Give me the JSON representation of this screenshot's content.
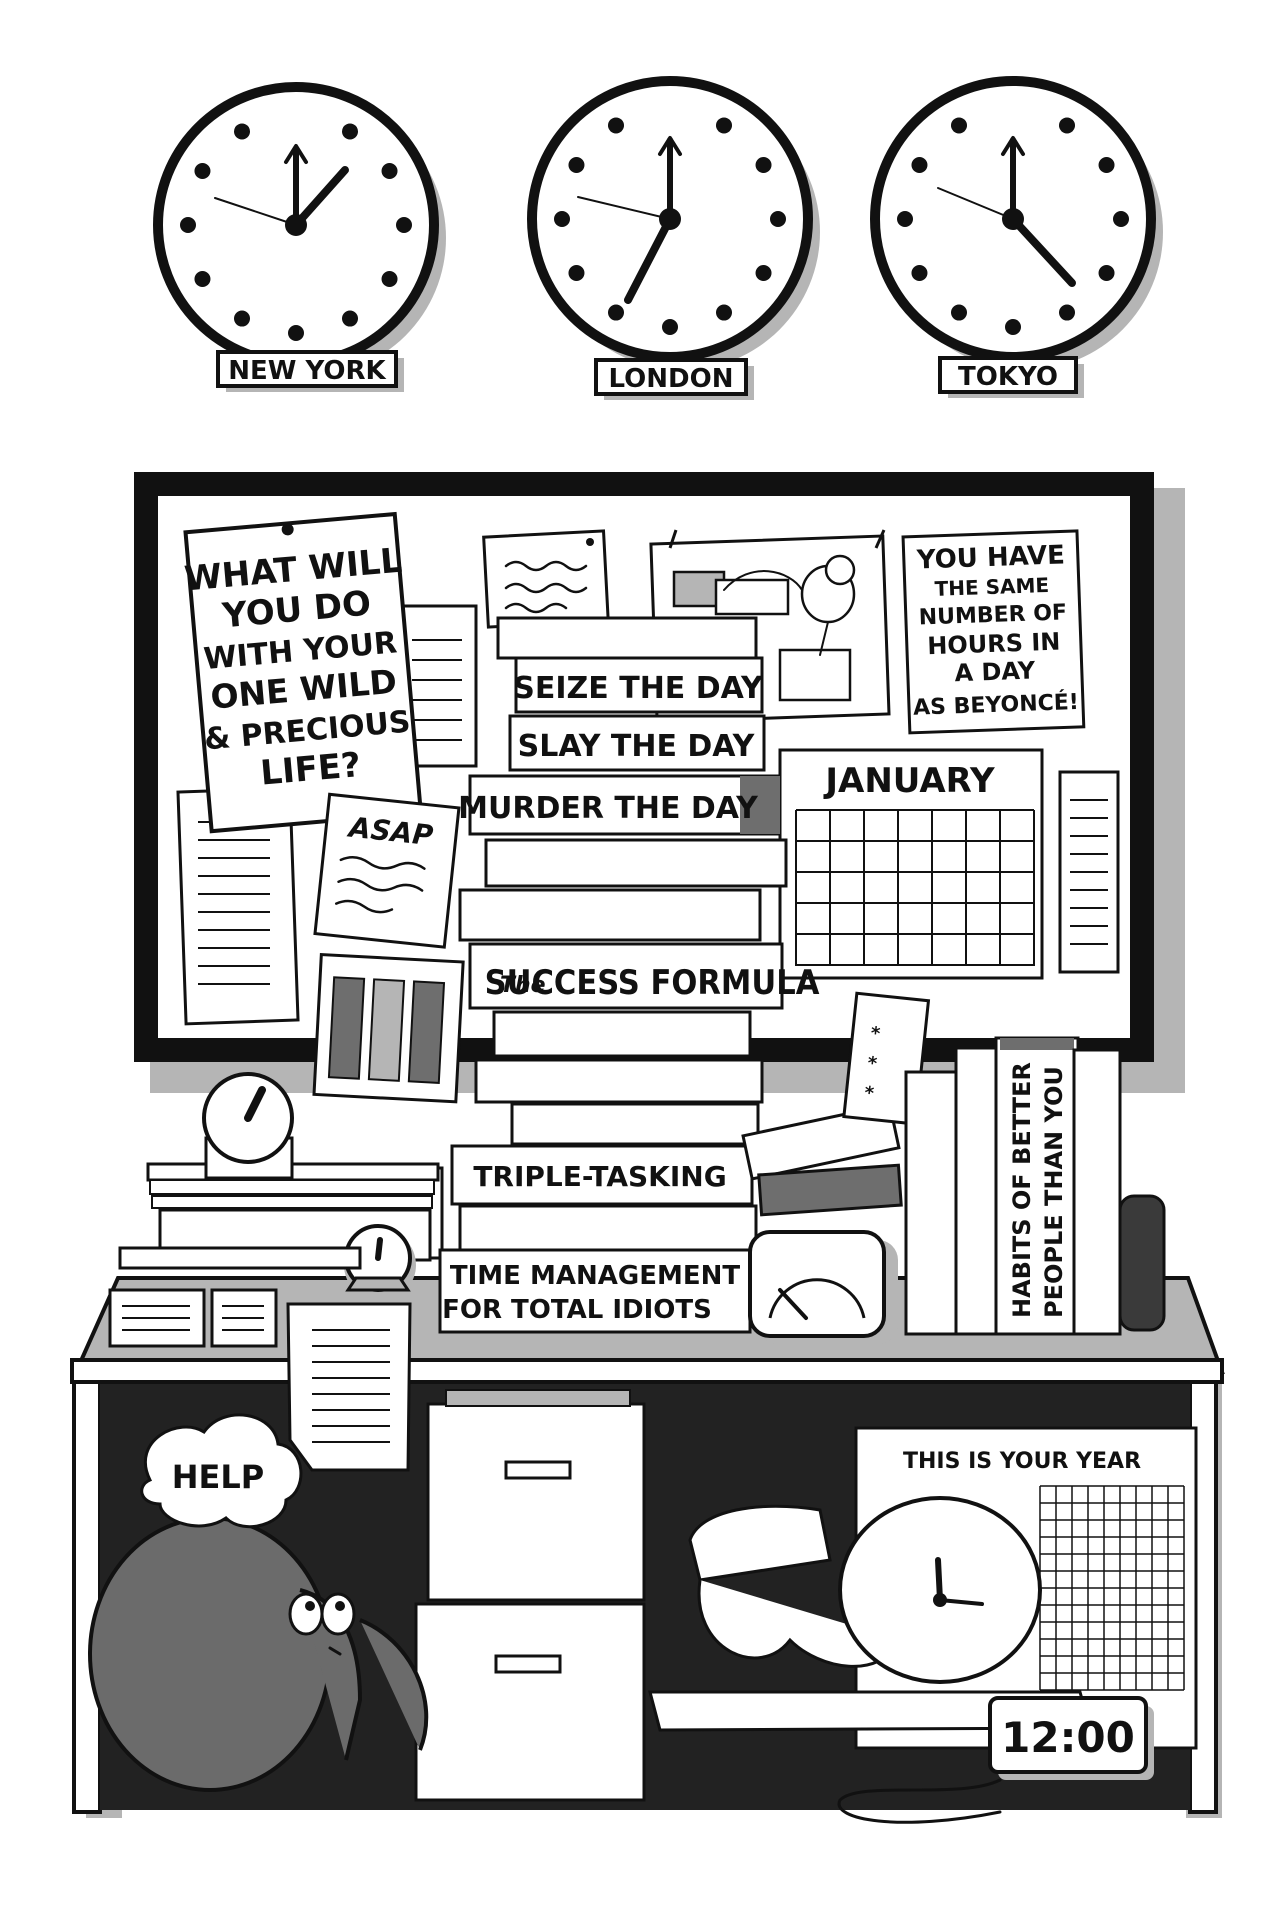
{
  "clocks": [
    {
      "label": "NEW YORK",
      "hour": 1,
      "minute": 0
    },
    {
      "label": "LONDON",
      "hour": 7,
      "minute": 0
    },
    {
      "label": "TOKYO",
      "hour": 4,
      "minute": 0
    }
  ],
  "board": {
    "poster_lines": [
      "WHAT WILL",
      "YOU DO",
      "WITH YOUR",
      "ONE WILD",
      "& PRECIOUS",
      "LIFE?"
    ],
    "note_asap": "ASAP",
    "beyonce_lines": [
      "YOU HAVE",
      "THE SAME",
      "NUMBER OF",
      "HOURS IN",
      "A DAY",
      "AS BEYONCÉ!"
    ],
    "calendar_month": "JANUARY"
  },
  "books": {
    "seize": "SEIZE THE DAY",
    "slay": "SLAY THE DAY",
    "murder": "MURDER THE DAY",
    "success_the": "The",
    "success": "SUCCESS FORMULA",
    "triple": "TRIPLE-TASKING",
    "time_mgmt_1": "TIME MANAGEMENT",
    "time_mgmt_2": "FOR TOTAL IDIOTS",
    "habits_1": "HABITS OF BETTER",
    "habits_2": "PEOPLE THAN YOU"
  },
  "under_desk": {
    "help": "HELP",
    "poster": "THIS IS YOUR YEAR",
    "alarm": "12:00"
  },
  "colors": {
    "ink": "#111111",
    "gray": "#b5b5b5",
    "dark_gray": "#6e6e6e",
    "character": "#6b6b6b"
  }
}
